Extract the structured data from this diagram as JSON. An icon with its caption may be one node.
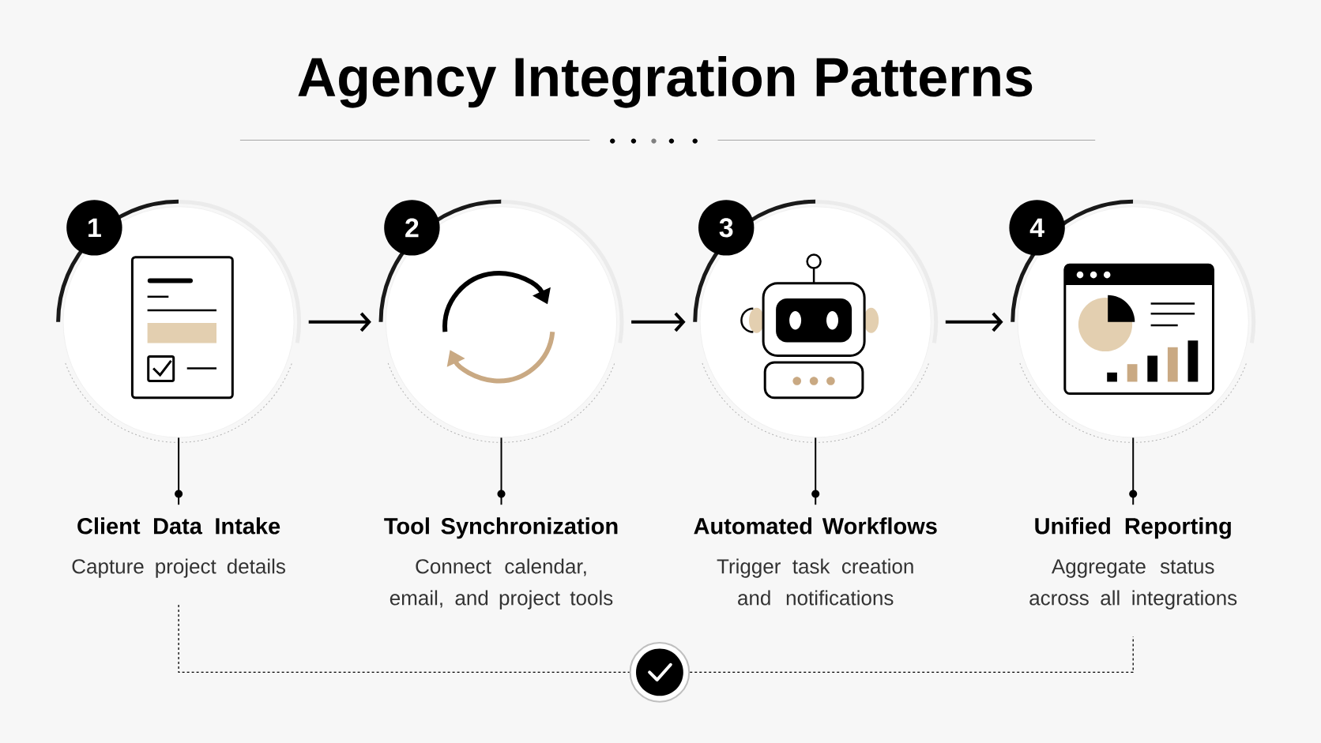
{
  "diagram": {
    "title": "Agency Integration Patterns",
    "nodes": [
      {
        "text": [],
        "shape": "circle"
      },
      {
        "text": [
          "1"
        ]
      },
      {
        "text": [
          "Client Data Intake",
          "Capture project details"
        ]
      },
      {
        "text": [],
        "shape": "circle"
      },
      {
        "text": [
          "2"
        ]
      },
      {
        "text": [
          "Tool Synchronization",
          "Connect calendar, email, and project tools"
        ]
      },
      {
        "text": [],
        "shape": "circle"
      },
      {
        "text": [
          "3"
        ]
      },
      {
        "text": [
          "Automated Workflows",
          "Trigger task creation and notifications"
        ]
      },
      {
        "text": [],
        "shape": "circle"
      },
      {
        "text": [
          "4"
        ]
      },
      {
        "text": [
          "Unified Reporting",
          "Aggregate status across all integrations"
        ]
      },
      {
        "text": [],
        "shape": "circle"
      }
    ],
    "edges": [
      {
        "from": 0,
        "to": 3,
        "arrow": "to"
      },
      {
        "from": 3,
        "to": 6,
        "arrow": "to"
      },
      {
        "from": 6,
        "to": 9,
        "arrow": "to"
      },
      {
        "from": 0,
        "to": 2,
        "arrow": "none"
      },
      {
        "from": 3,
        "to": 5,
        "arrow": "none"
      },
      {
        "from": 6,
        "to": 8,
        "arrow": "none"
      },
      {
        "from": 9,
        "to": 11,
        "arrow": "none"
      },
      {
        "from": 2,
        "to": 12,
        "arrow": "none",
        "style": "dashed"
      },
      {
        "from": 12,
        "to": 11,
        "arrow": "none",
        "style": "dashed"
      }
    ]
  }
}
